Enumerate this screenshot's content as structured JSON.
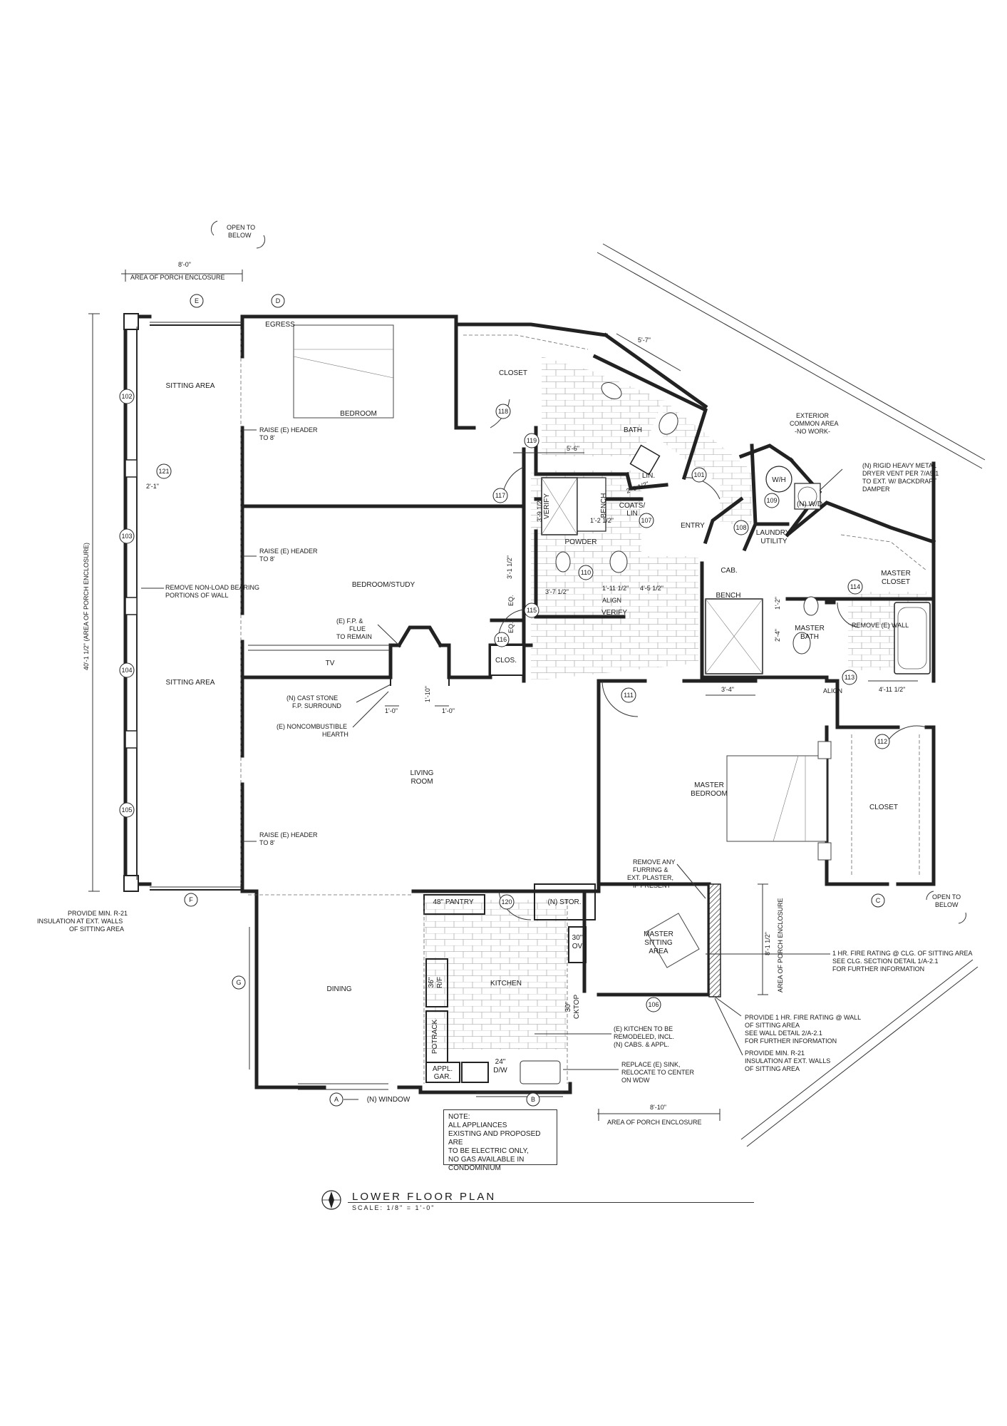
{
  "title_block": {
    "title": "LOWER FLOOR PLAN",
    "scale": "SCALE: 1/8\" = 1'-0\""
  },
  "note": {
    "heading": "NOTE:",
    "lines": [
      "ALL APPLIANCES",
      "EXISTING AND PROPOSED ARE",
      "TO BE ELECTRIC ONLY,",
      "NO GAS AVAILABLE IN",
      "CONDOMINIUM"
    ]
  },
  "rooms": {
    "sitting_area_1": "SITTING AREA",
    "sitting_area_2": "SITTING AREA",
    "bedroom": "BEDROOM",
    "egress": "EGRESS",
    "closet_1": "CLOSET",
    "bath": "BATH",
    "lin": "LIN.",
    "coats": "COATS/",
    "coats_lin": "LIN",
    "bench_1": "BENCH",
    "entry": "ENTRY",
    "laundry_1": "LAUNDRY/",
    "laundry_2": "UTILITY",
    "wh": "W/H",
    "wd": "(N) W/D",
    "powder": "POWDER",
    "bedroom_study": "BEDROOM/STUDY",
    "clos": "CLOS.",
    "tv": "TV",
    "living_1": "LIVING",
    "living_2": "ROOM",
    "cab": "CAB.",
    "bench_2": "BENCH",
    "master_bath_1": "MASTER",
    "master_bath_2": "BATH",
    "master_closet_1": "MASTER",
    "master_closet_2": "CLOSET",
    "master_bedroom_1": "MASTER",
    "master_bedroom_2": "BEDROOM",
    "closet_2": "CLOSET",
    "pantry": "48\" PANTRY",
    "stor": "(N) STOR.",
    "kitchen": "KITCHEN",
    "dining": "DINING",
    "master_sitting_1": "MASTER",
    "master_sitting_2": "SITTING",
    "master_sitting_3": "AREA",
    "ov_1": "30\"",
    "ov_2": "OV",
    "ckt_1": "30\"",
    "ckt_2": "CKTOP",
    "rf_1": "36\"",
    "rf_2": "R/F",
    "potrack": "POTRACK",
    "appl_1": "APPL.",
    "appl_2": "GAR.",
    "dw_1": "24\"",
    "dw_2": "D/W",
    "verify_1": "VERIFY",
    "verify_2": "VERIFY",
    "window": "(N) WINDOW"
  },
  "notes": {
    "open_below_1a": "OPEN TO",
    "open_below_1b": "BELOW",
    "open_below_2a": "OPEN TO",
    "open_below_2b": "BELOW",
    "porch_top_dim": "8'-0\"",
    "porch_top": "AREA OF PORCH ENCLOSURE",
    "porch_left": "40'-1 1/2\" (AREA OF PORCH ENCLOSURE)",
    "porch_bottom_dim": "8'-10\"",
    "porch_bottom": "AREA OF PORCH ENCLOSURE",
    "porch_right": "AREA OF PORCH ENCLOSURE",
    "porch_right_dim": "8'-1 1/2\"",
    "ext_common_1": "EXTERIOR",
    "ext_common_2": "COMMON AREA",
    "ext_common_3": "-NO WORK-",
    "dryer_1": "(N) RIGID HEAVY METAL",
    "dryer_2": "DRYER VENT PER 7/A5.1",
    "dryer_3": "TO EXT. W/ BACKDRAFT",
    "dryer_4": "DAMPER",
    "header_1a": "RAISE (E) HEADER",
    "header_1b": "TO 8'",
    "header_2a": "RAISE (E) HEADER",
    "header_2b": "TO 8'",
    "header_3a": "RAISE (E) HEADER",
    "header_3b": "TO 8'",
    "nonload_1": "REMOVE NON-LOAD BEARING",
    "nonload_2": "PORTIONS OF WALL",
    "fp_1": "(E) F.P. &",
    "fp_2": "FLUE",
    "fp_3": "TO REMAIN",
    "stone_1": "(N) CAST STONE",
    "stone_2": "F.P. SURROUND",
    "hearth_1": "(E) NONCOMBUSTIBLE",
    "hearth_2": "HEARTH",
    "remove_wall": "REMOVE (E) WALL",
    "align_1": "ALIGN",
    "align_2": "ALIGN",
    "eq_1": "EQ.",
    "eq_2": "EQ.",
    "furring_1": "REMOVE ANY",
    "furring_2": "FURRING &",
    "furring_3": "EXT. PLASTER,",
    "furring_4": "IF PRESENT",
    "fire_clg_1": "1 HR. FIRE RATING @ CLG. OF SITTING AREA",
    "fire_clg_2": "SEE CLG. SECTION DETAIL 1/A-2.1",
    "fire_clg_3": "FOR FURTHER INFORMATION",
    "fire_wall_1": "PROVIDE 1 HR. FIRE RATING @ WALL",
    "fire_wall_2": "OF SITTING AREA",
    "fire_wall_3": "SEE WALL DETAIL 2/A-2.1",
    "fire_wall_4": "FOR FURTHER INFORMATION",
    "r21_right_1": "PROVIDE MIN. R-21",
    "r21_right_2": "INSULATION AT EXT. WALLS",
    "r21_right_3": "OF SITTING AREA",
    "r21_left_1": "PROVIDE MIN. R-21",
    "r21_left_2": "INSULATION AT EXT. WALLS",
    "r21_left_3": "OF SITTING AREA",
    "kitchen_note_1": "(E) KITCHEN TO BE",
    "kitchen_note_2": "REMODELED, INCL.",
    "kitchen_note_3": "(N) CABS. & APPL.",
    "sink_1": "REPLACE (E) SINK,",
    "sink_2": "RELOCATE TO CENTER",
    "sink_3": "ON WDW"
  },
  "dims": {
    "bath_w": "5'-7\"",
    "shower_w": "5'-6\"",
    "d_2_0": "2'-0 1/2\"",
    "d_3_9": "3'-9 1/2\"",
    "d_1_2": "1'-2 1/2\"",
    "d_3_1": "3'-1 1/2\"",
    "d_3_7": "3'-7 1/2\"",
    "d_1_11": "1'-11 1/2\"",
    "d_4_5": "4'-5 1/2\"",
    "d_2_1": "2'-1\"",
    "d_1_10": "1'-10\"",
    "d_1_0a": "1'-0\"",
    "d_1_0b": "1'-0\"",
    "d_1_2b": "1'-2\"",
    "d_2_4": "2'-4\"",
    "d_3_4": "3'-4\"",
    "d_4_11": "4'-11 1/2\""
  },
  "grid_tags": [
    "E",
    "D",
    "F",
    "G",
    "A",
    "B",
    "C"
  ],
  "door_tags": [
    "102",
    "103",
    "104",
    "105",
    "121",
    "118",
    "119",
    "117",
    "107",
    "110",
    "101",
    "108",
    "109",
    "115",
    "116",
    "114",
    "113",
    "111",
    "112",
    "120",
    "106"
  ]
}
